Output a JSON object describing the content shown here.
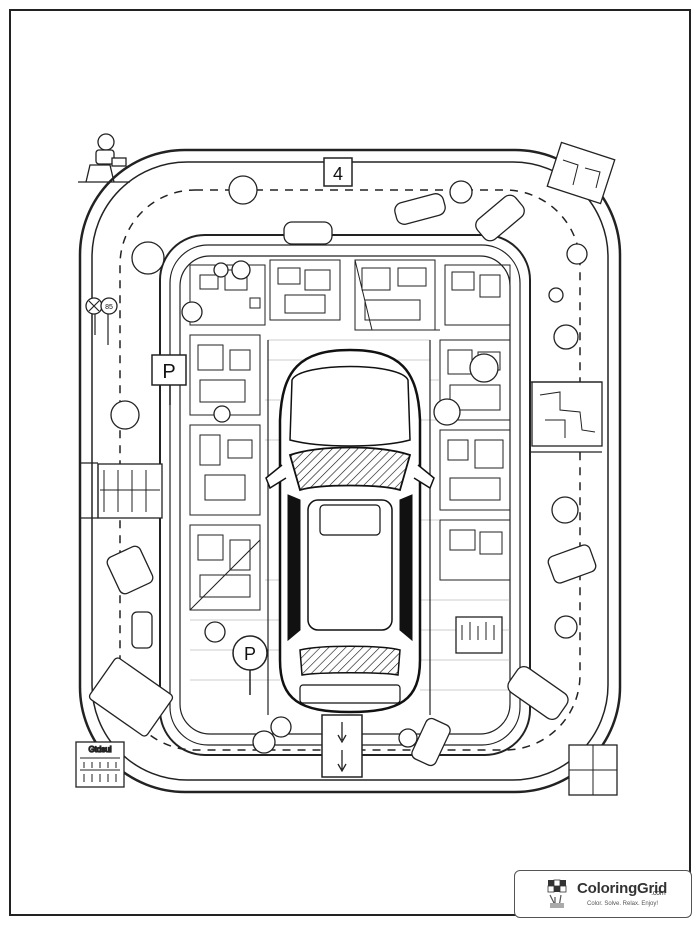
{
  "signs": {
    "top_number": "4",
    "parking_left": "P",
    "parking_bottom": "P",
    "speed_left": "85",
    "corner_board_title": "Gtdsul"
  },
  "brand": {
    "name": "ColoringGrid",
    "domain": ".com",
    "tagline": "Color. Solve. Relax. Enjoy!"
  }
}
